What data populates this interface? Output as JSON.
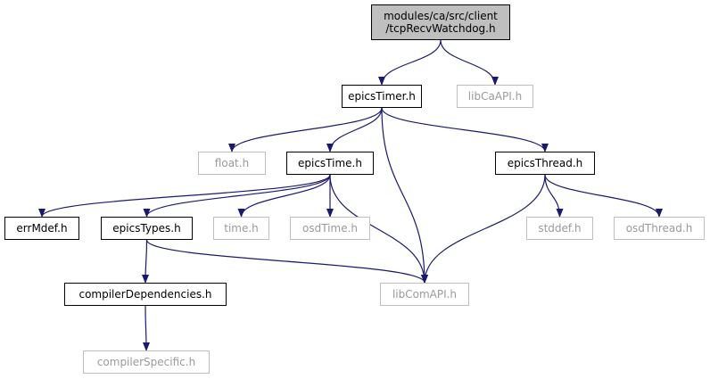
{
  "graph": {
    "root": {
      "line1": "modules/ca/src/client",
      "line2": "/tcpRecvWatchdog.h"
    },
    "nodes": {
      "epicsTimer": "epicsTimer.h",
      "libCaAPI": "libCaAPI.h",
      "float": "float.h",
      "epicsTime": "epicsTime.h",
      "epicsThread": "epicsThread.h",
      "errMdef": "errMdef.h",
      "epicsTypes": "epicsTypes.h",
      "time": "time.h",
      "osdTime": "osdTime.h",
      "stddef": "stddef.h",
      "osdThread": "osdThread.h",
      "compilerDependencies": "compilerDependencies.h",
      "libComAPI": "libComAPI.h",
      "compilerSpecific": "compilerSpecific.h"
    },
    "edges": [
      [
        "root",
        "epicsTimer"
      ],
      [
        "root",
        "libCaAPI"
      ],
      [
        "epicsTimer",
        "float"
      ],
      [
        "epicsTimer",
        "epicsTime"
      ],
      [
        "epicsTimer",
        "epicsThread"
      ],
      [
        "epicsTimer",
        "libComAPI"
      ],
      [
        "epicsTime",
        "errMdef"
      ],
      [
        "epicsTime",
        "epicsTypes"
      ],
      [
        "epicsTime",
        "time"
      ],
      [
        "epicsTime",
        "osdTime"
      ],
      [
        "epicsTime",
        "libComAPI"
      ],
      [
        "epicsThread",
        "stddef"
      ],
      [
        "epicsThread",
        "osdThread"
      ],
      [
        "epicsThread",
        "libComAPI"
      ],
      [
        "epicsTypes",
        "compilerDependencies"
      ],
      [
        "epicsTypes",
        "libComAPI"
      ],
      [
        "compilerDependencies",
        "compilerSpecific"
      ]
    ],
    "colors": {
      "edge": "#191970",
      "root_fill": "#bfbfbf",
      "ghost_border": "#bfbfbf",
      "ghost_text": "#9a9a9a"
    }
  }
}
